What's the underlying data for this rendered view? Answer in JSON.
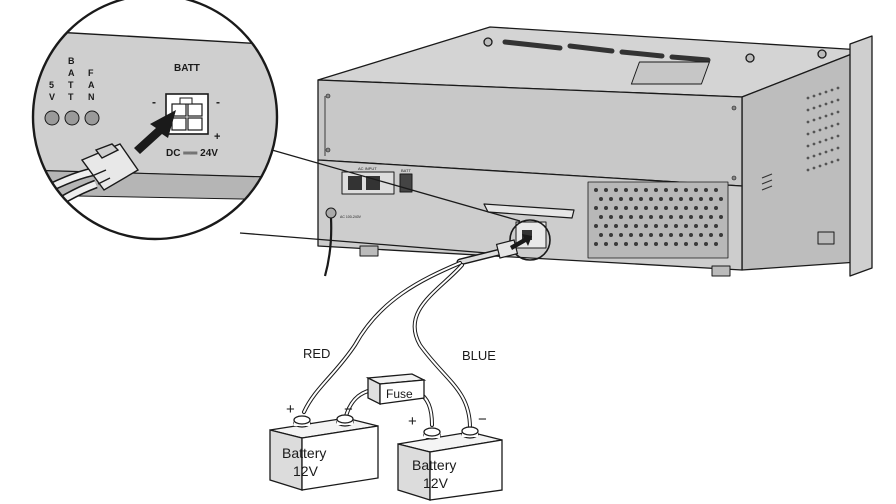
{
  "inset": {
    "batt_header": "BATT",
    "led_labels": {
      "v5": [
        "5",
        "V"
      ],
      "batt": [
        "B",
        "A",
        "T",
        "T"
      ],
      "fan": [
        "F",
        "A",
        "N"
      ]
    },
    "minus_left": "-",
    "minus_right": "-",
    "plus": "+",
    "dc_rating": "DC ══ 24V"
  },
  "unit": {
    "rear_label_ac": "AC INPUT",
    "rear_label_batt": "BATT",
    "rear_label_ac_sub": "AC 100-240V"
  },
  "wiring": {
    "red_label": "RED",
    "blue_label": "BLUE",
    "fuse_label": "Fuse"
  },
  "batteries": [
    {
      "name": "Battery",
      "voltage": "12V",
      "plus": "+",
      "minus": "−"
    },
    {
      "name": "Battery",
      "voltage": "12V",
      "plus": "+",
      "minus": "−"
    }
  ],
  "colors": {
    "line": "#1a1a1a",
    "chassis_top": "#d4d4d4",
    "chassis_side": "#bdbdbd",
    "panel": "#c8c8c8"
  }
}
